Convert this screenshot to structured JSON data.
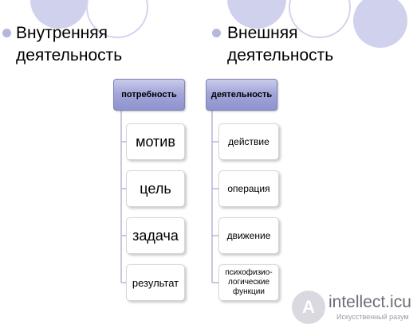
{
  "headings": [
    {
      "line1": "Внутренняя",
      "line2": "деятельность"
    },
    {
      "line1": "Внешняя",
      "line2": "деятельность"
    }
  ],
  "left_tree": {
    "root": "потребность",
    "items": [
      "мотив",
      "цель",
      "задача",
      "результат"
    ]
  },
  "right_tree": {
    "root": "деятельность",
    "items": [
      "действие",
      "операция",
      "движение",
      "психофизио-\nлогические\nфункции"
    ]
  },
  "watermark": {
    "name": "intellect.icu",
    "tagline": "Искусственный разум"
  },
  "colors": {
    "accent": "#b5b7de",
    "box_fill": "#a3a6d8",
    "connector": "#b3b5dc"
  }
}
